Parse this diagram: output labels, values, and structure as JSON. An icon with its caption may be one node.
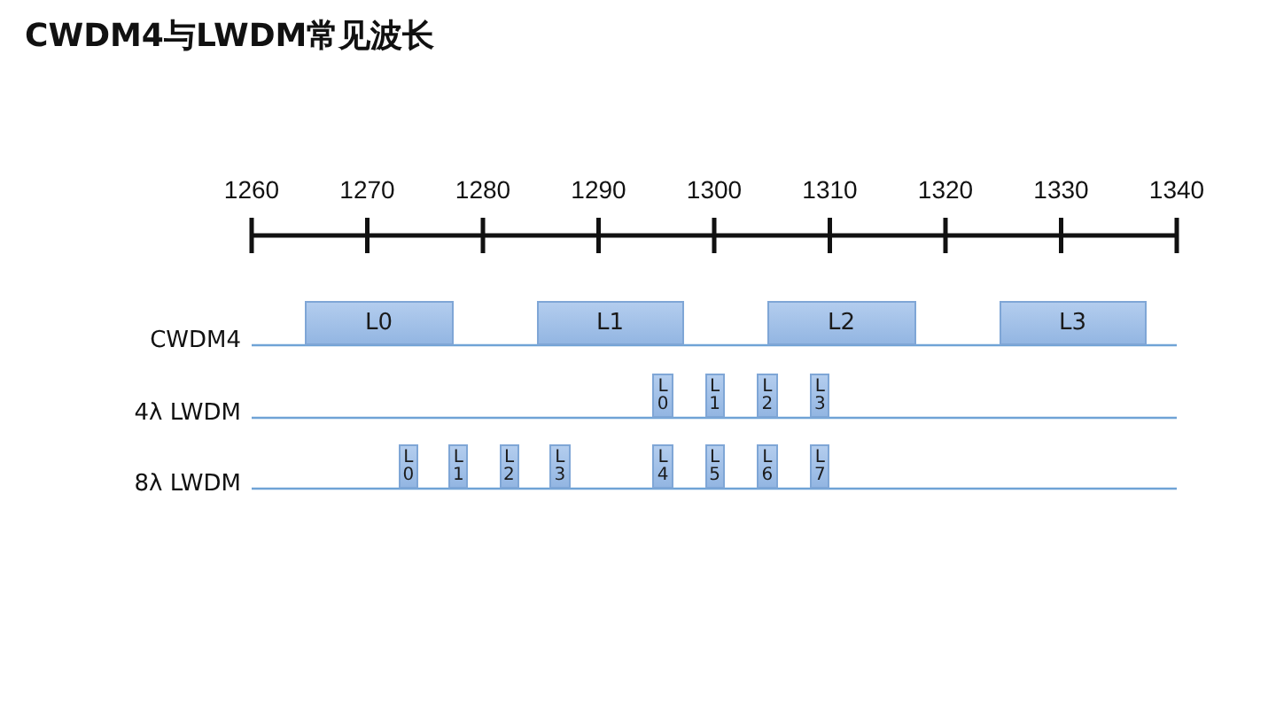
{
  "diagram": {
    "title": "CWDM4与LWDM常见波长",
    "nodes": [
      {
        "text": [
          "L0"
        ]
      },
      {
        "text": [
          "L1"
        ]
      },
      {
        "text": [
          "L2"
        ]
      },
      {
        "text": [
          "L3"
        ]
      },
      {
        "text": [
          "L0"
        ]
      },
      {
        "text": [
          "L1"
        ]
      },
      {
        "text": [
          "L2"
        ]
      },
      {
        "text": [
          "L3"
        ]
      },
      {
        "text": [
          "L0"
        ]
      },
      {
        "text": [
          "L1"
        ]
      },
      {
        "text": [
          "L2"
        ]
      },
      {
        "text": [
          "L3"
        ]
      },
      {
        "text": [
          "L4"
        ]
      },
      {
        "text": [
          "L5"
        ]
      },
      {
        "text": [
          "L6"
        ]
      },
      {
        "text": [
          "L7"
        ]
      }
    ],
    "labels": [
      "1260",
      "1270",
      "1280",
      "1290",
      "1300",
      "1310",
      "1320",
      "1330",
      "1340",
      "CWDM4",
      "4λ LWDM",
      "8λ LWDM"
    ]
  }
}
